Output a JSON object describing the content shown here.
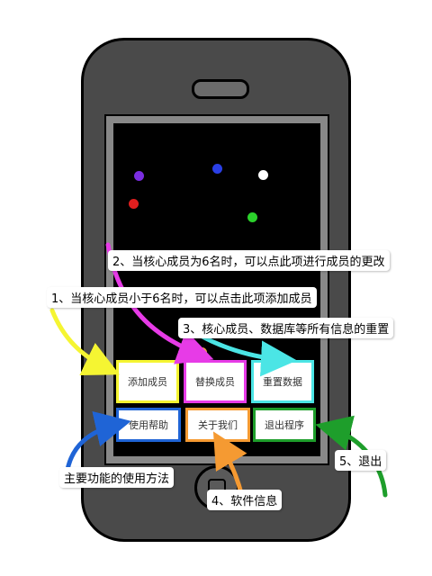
{
  "buttons": {
    "add_member": "添加成员",
    "replace_member": "替换成员",
    "reset_data": "重置数据",
    "usage": "使用帮助",
    "about": "关于我们",
    "exit": "退出程序"
  },
  "annotations": {
    "add": "1、当核心成员小于6名时，可以点击此项添加成员",
    "replace": "2、当核心成员为6名时，可以点此项进行成员的更改",
    "reset": "3、核心成员、数据库等所有信息的重置",
    "about": "4、软件信息",
    "exit": "5、退出",
    "usage": "主要功能的使用方法"
  },
  "colors": {
    "add": "#f5f532",
    "replace": "#e73be7",
    "reset": "#4be5e5",
    "usage": "#1f64d6",
    "about": "#f59a32",
    "exit": "#1e9e2b",
    "dot_purple": "#7a2de0",
    "dot_blue": "#2a3fe6",
    "dot_white": "#ffffff",
    "dot_red": "#e01e1e",
    "dot_green": "#2bd12b",
    "dot_orange": "#f5a547"
  }
}
